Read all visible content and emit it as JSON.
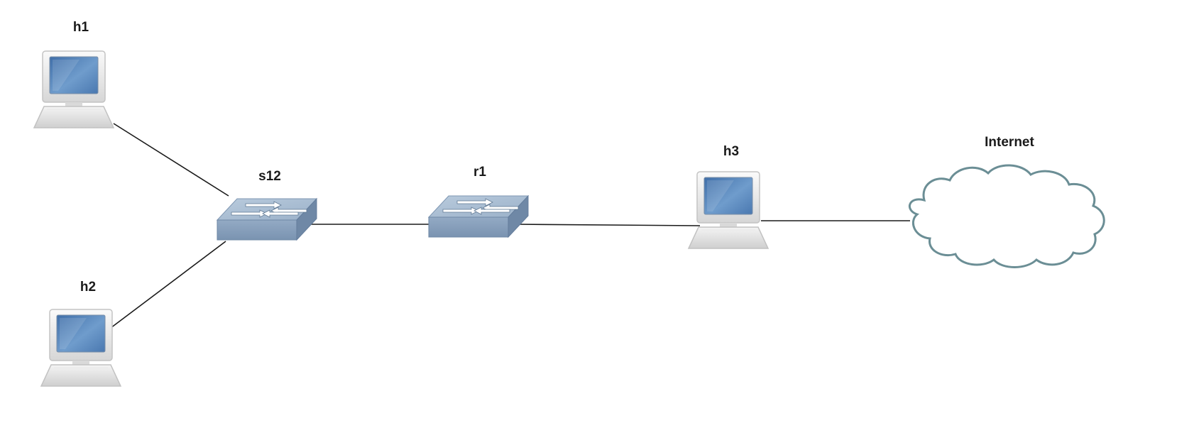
{
  "diagram": {
    "nodes": {
      "h1": {
        "label": "h1",
        "kind": "host"
      },
      "h2": {
        "label": "h2",
        "kind": "host"
      },
      "h3": {
        "label": "h3",
        "kind": "host"
      },
      "s12": {
        "label": "s12",
        "kind": "switch"
      },
      "r1": {
        "label": "r1",
        "kind": "switch"
      },
      "internet": {
        "label": "Internet",
        "kind": "cloud"
      }
    },
    "links": [
      {
        "from": "h1",
        "to": "s12"
      },
      {
        "from": "h2",
        "to": "s12"
      },
      {
        "from": "s12",
        "to": "r1"
      },
      {
        "from": "r1",
        "to": "h3"
      },
      {
        "from": "h3",
        "to": "internet"
      }
    ],
    "colors": {
      "switch_top": "#a9bdd2",
      "switch_front": "#8aa2bd",
      "switch_side": "#6f88a6",
      "screen": "#4f7fb5",
      "host_body": "#ededed",
      "cloud_stroke": "#6b8e95"
    }
  }
}
